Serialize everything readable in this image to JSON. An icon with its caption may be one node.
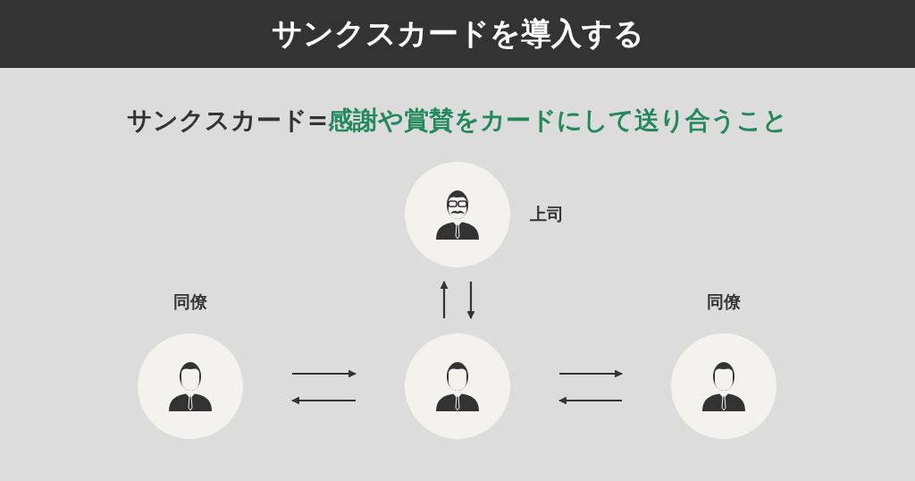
{
  "diagram": {
    "title": "サンクスカードを導入する",
    "nodes": [
      {
        "text": [
          "上司"
        ]
      },
      {
        "text": [
          "同僚"
        ]
      },
      {
        "text": [],
        "shape": "circle"
      },
      {
        "text": [
          "同僚"
        ]
      }
    ],
    "edges": [
      {
        "from": 2,
        "to": 0,
        "arrow": "to"
      },
      {
        "from": 0,
        "to": 2,
        "arrow": "to"
      },
      {
        "from": 1,
        "to": 2,
        "arrow": "to"
      },
      {
        "from": 2,
        "to": 1,
        "arrow": "to"
      },
      {
        "from": 2,
        "to": 3,
        "arrow": "to"
      },
      {
        "from": 3,
        "to": 2,
        "arrow": "to"
      }
    ],
    "labels": [
      "サンクスカード=",
      "感謝や賞賛をカードにして送り合うこと"
    ]
  }
}
